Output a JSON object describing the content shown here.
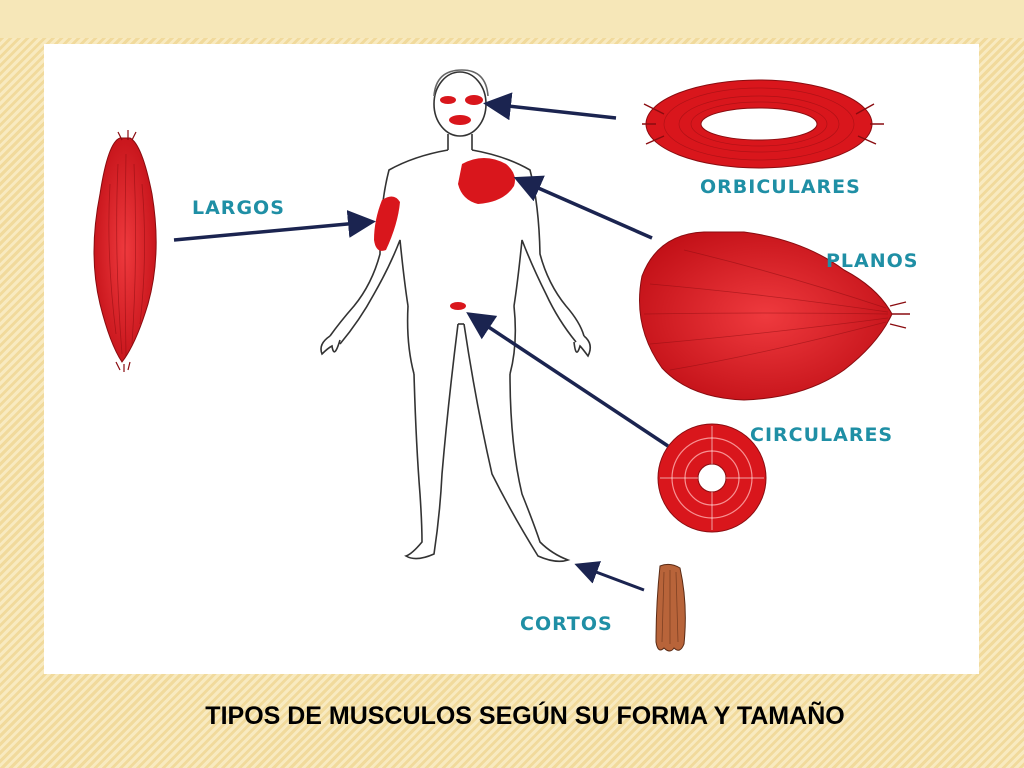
{
  "slide": {
    "caption": "TIPOS DE MUSCULOS SEGÚN SU FORMA Y TAMAÑO"
  },
  "diagram": {
    "labels": {
      "largos": "LARGOS",
      "orbiculares": "ORBICULARES",
      "planos": "PLANOS",
      "circulares": "CIRCULARES",
      "cortos": "CORTOS"
    }
  },
  "colors": {
    "muscle": "#d9161c",
    "label": "#1f8fa5",
    "arrow": "#1b2450",
    "short_muscle": "#b8643a"
  }
}
